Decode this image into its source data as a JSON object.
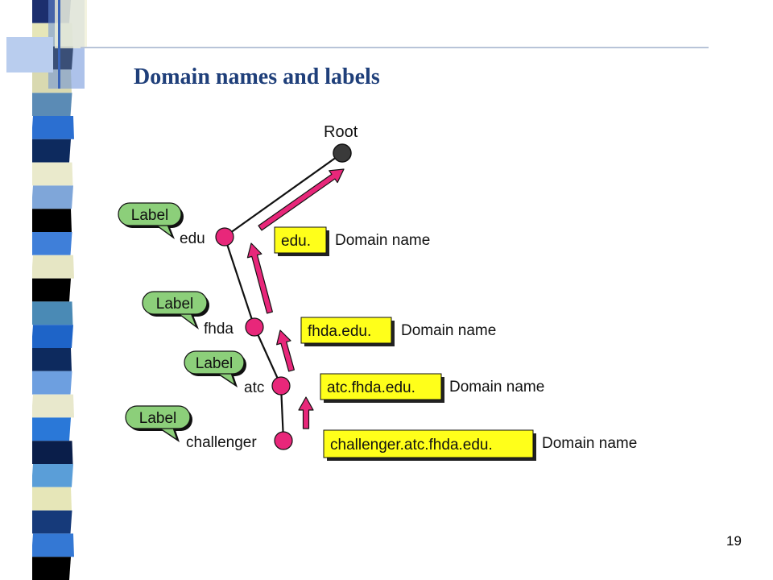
{
  "slide": {
    "title": "Domain names and labels",
    "page_number": "19"
  },
  "colors": {
    "title": "#1f3f7a",
    "node": "#e8277a",
    "root_node": "#3a3a3a",
    "arrow": "#e8277a",
    "name_box": "#ffff1a",
    "label_bubble": "#8ccf7a"
  },
  "diagram": {
    "root_label": "Root",
    "nodes": [
      {
        "label": "edu",
        "bubble": "Label",
        "domain_name": "edu.",
        "caption": "Domain name"
      },
      {
        "label": "fhda",
        "bubble": "Label",
        "domain_name": "fhda.edu.",
        "caption": "Domain name"
      },
      {
        "label": "atc",
        "bubble": "Label",
        "domain_name": "atc.fhda.edu.",
        "caption": "Domain name"
      },
      {
        "label": "challenger",
        "bubble": "Label",
        "domain_name": "challenger.atc.fhda.edu.",
        "caption": "Domain name"
      }
    ]
  }
}
